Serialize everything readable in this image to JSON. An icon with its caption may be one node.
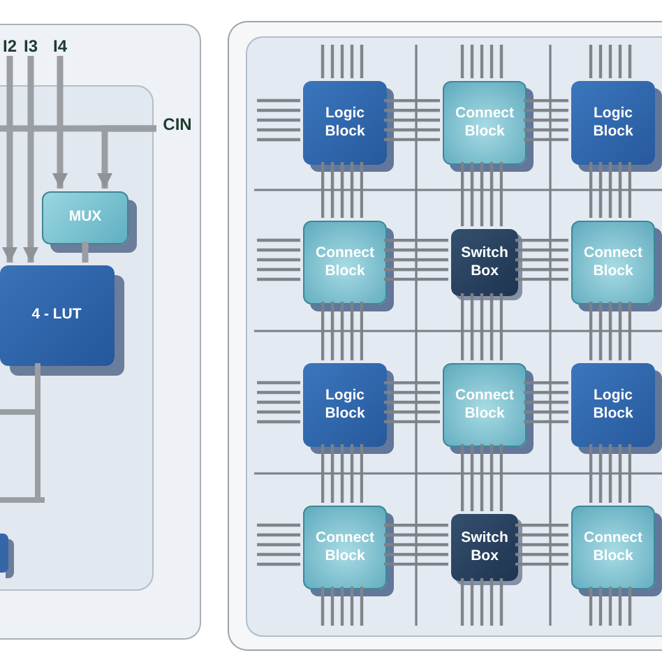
{
  "diagram": {
    "nodes": [
      {
        "text": [],
        "shape": "box"
      },
      {
        "text": [],
        "shape": "box",
        "in": 0
      },
      {
        "text": [
          "I2"
        ],
        "in": 0
      },
      {
        "text": [
          "I3"
        ],
        "in": 0
      },
      {
        "text": [
          "I4"
        ],
        "in": 0
      },
      {
        "text": [
          "CIN"
        ],
        "in": 0
      },
      {
        "text": [
          "MUX"
        ],
        "in": 1
      },
      {
        "text": [
          "4 - LUT"
        ],
        "in": 1
      },
      {
        "text": [],
        "shape": "box",
        "in": 1
      },
      {
        "text": [],
        "shape": "box"
      },
      {
        "text": [],
        "shape": "box",
        "in": 9
      },
      {
        "text": [
          "Logic Block"
        ],
        "in": 10
      },
      {
        "text": [
          "Connect Block"
        ],
        "in": 10
      },
      {
        "text": [
          "Logic Block"
        ],
        "in": 10
      },
      {
        "text": [
          "Connect Block"
        ],
        "in": 10
      },
      {
        "text": [
          "Switch Box"
        ],
        "in": 10
      },
      {
        "text": [
          "Connect Block"
        ],
        "in": 10
      },
      {
        "text": [
          "Logic Block"
        ],
        "in": 10
      },
      {
        "text": [
          "Connect Block"
        ],
        "in": 10
      },
      {
        "text": [
          "Logic Block"
        ],
        "in": 10
      },
      {
        "text": [
          "Connect Block"
        ],
        "in": 10
      },
      {
        "text": [
          "Switch Box"
        ],
        "in": 10
      },
      {
        "text": [
          "Connect Block"
        ],
        "in": 10
      }
    ],
    "edges": [
      {
        "from": 2,
        "to": 7,
        "arrow": "to"
      },
      {
        "from": 3,
        "to": 7,
        "arrow": "to"
      },
      {
        "from": 4,
        "to": 6,
        "arrow": "to"
      },
      {
        "from": 5,
        "to": 6,
        "arrow": "to"
      },
      {
        "from": 6,
        "to": 7,
        "arrow": "none"
      },
      {
        "from": 5,
        "to": 1,
        "arrow": "none"
      },
      {
        "from": 11,
        "to": 12,
        "arrow": "none"
      },
      {
        "from": 12,
        "to": 13,
        "arrow": "none"
      },
      {
        "from": 14,
        "to": 15,
        "arrow": "none"
      },
      {
        "from": 15,
        "to": 16,
        "arrow": "none"
      },
      {
        "from": 17,
        "to": 18,
        "arrow": "none"
      },
      {
        "from": 18,
        "to": 19,
        "arrow": "none"
      },
      {
        "from": 20,
        "to": 21,
        "arrow": "none"
      },
      {
        "from": 21,
        "to": 22,
        "arrow": "none"
      },
      {
        "from": 11,
        "to": 14,
        "arrow": "none"
      },
      {
        "from": 14,
        "to": 17,
        "arrow": "none"
      },
      {
        "from": 17,
        "to": 20,
        "arrow": "none"
      },
      {
        "from": 12,
        "to": 15,
        "arrow": "none"
      },
      {
        "from": 15,
        "to": 18,
        "arrow": "none"
      },
      {
        "from": 18,
        "to": 21,
        "arrow": "none"
      },
      {
        "from": 13,
        "to": 16,
        "arrow": "none"
      },
      {
        "from": 16,
        "to": 19,
        "arrow": "none"
      },
      {
        "from": 19,
        "to": 22,
        "arrow": "none"
      }
    ]
  }
}
